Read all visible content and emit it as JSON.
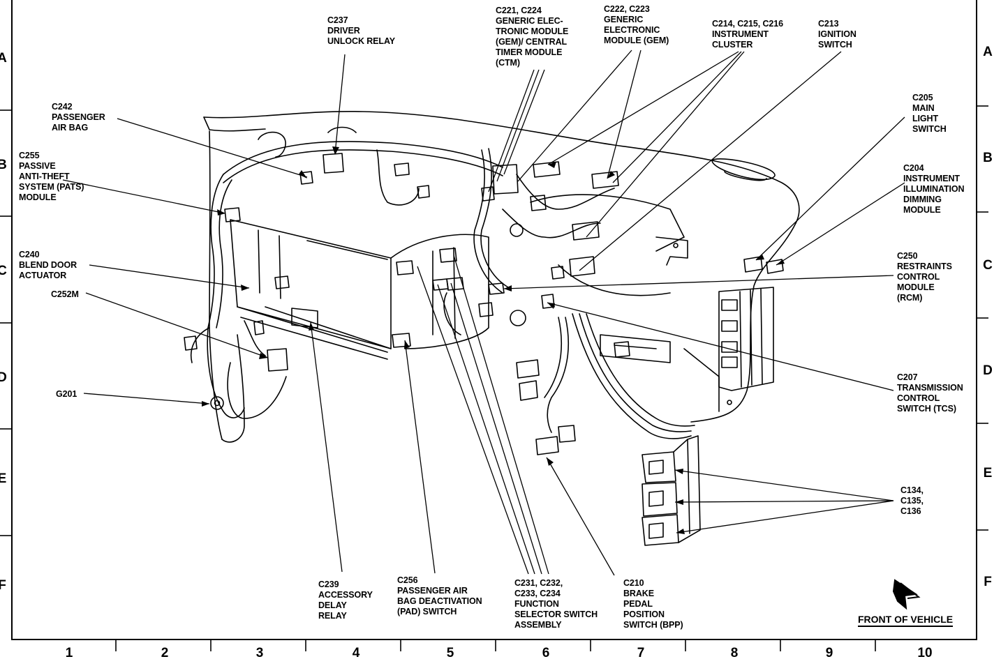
{
  "labels": {
    "c237": "C237\nDRIVER\nUNLOCK RELAY",
    "c221": "C221, C224\nGENERIC ELEC-\nTRONIC MODULE\n(GEM)/ CENTRAL\nTIMER MODULE\n(CTM)",
    "c222": "C222, C223\nGENERIC\nELECTRONIC\nMODULE (GEM)",
    "c214": "C214, C215, C216\nINSTRUMENT\nCLUSTER",
    "c213": "C213\nIGNITION\nSWITCH",
    "c205": "C205\nMAIN\nLIGHT\nSWITCH",
    "c204": "C204\nINSTRUMENT\nILLUMINATION\nDIMMING\nMODULE",
    "c242": "C242\nPASSENGER\nAIR BAG",
    "c255": "C255\nPASSIVE\nANTI-THEFT\nSYSTEM (PATS)\nMODULE",
    "c240": "C240\nBLEND DOOR\nACTUATOR",
    "c252m": "C252M",
    "g201": "G201",
    "c250": "C250\nRESTRAINTS\nCONTROL\nMODULE\n(RCM)",
    "c207": "C207\nTRANSMISSION\nCONTROL\nSWITCH (TCS)",
    "c134": "C134,\nC135,\nC136",
    "c239": "C239\nACCESSORY\nDELAY\nRELAY",
    "c256": "C256\nPASSENGER AIR\nBAG DEACTIVATION\n(PAD) SWITCH",
    "c231": "C231, C232,\nC233, C234\nFUNCTION\nSELECTOR SWITCH\nASSEMBLY",
    "c210": "C210\nBRAKE\nPEDAL\nPOSITION\nSWITCH (BPP)"
  },
  "front_label": "FRONT OF VEHICLE",
  "row_letters": [
    "A",
    "B",
    "C",
    "D",
    "E",
    "F"
  ],
  "col_numbers": [
    "1",
    "2",
    "3",
    "4",
    "5",
    "6",
    "7",
    "8",
    "9",
    "10"
  ]
}
